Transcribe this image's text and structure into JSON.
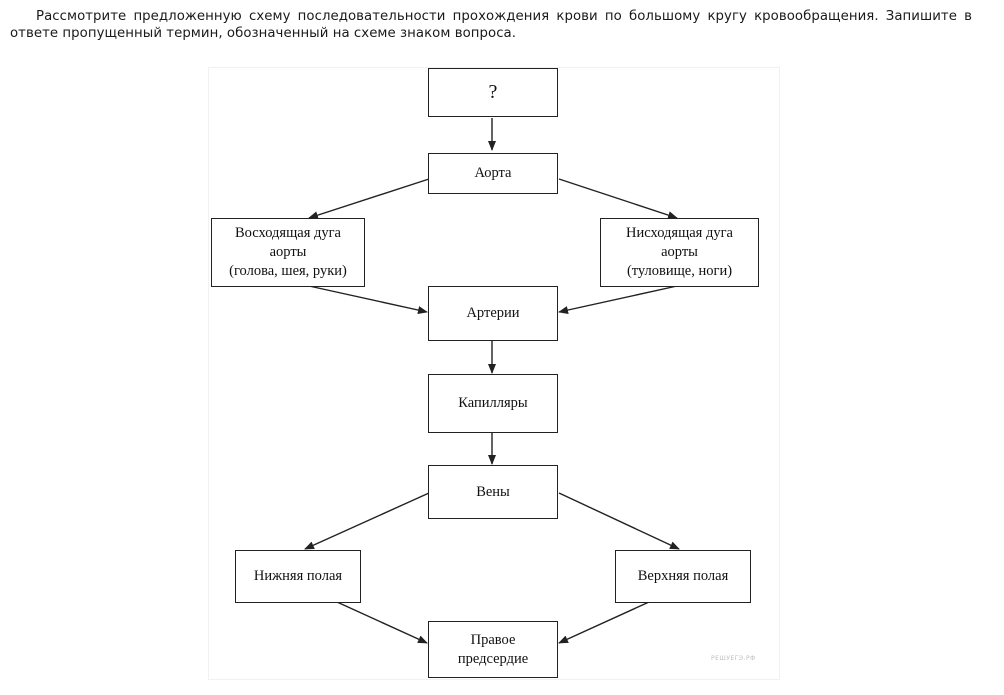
{
  "task": {
    "text": "Рассмотрите предложенную схему последовательности прохождения крови по большому кругу кровообращения. Запишите в ответе пропущенный термин, обозначенный на схеме знаком вопроса."
  },
  "diagram": {
    "nodes": {
      "unknown": "?",
      "aorta": "Аорта",
      "ascending_arch": "Восходящая дуга\nаорты\n(голова, шея, руки)",
      "descending_arch": "Нисходящая дуга\nаорты\n(туловище, ноги)",
      "arteries": "Артерии",
      "capillaries": "Капилляры",
      "veins": "Вены",
      "inferior_vena_cava": "Нижняя полая",
      "superior_vena_cava": "Верхняя полая",
      "right_atrium": "Правое\nпредсердие"
    },
    "edges": [
      [
        "unknown",
        "aorta"
      ],
      [
        "aorta",
        "ascending_arch"
      ],
      [
        "aorta",
        "descending_arch"
      ],
      [
        "ascending_arch",
        "arteries"
      ],
      [
        "descending_arch",
        "arteries"
      ],
      [
        "arteries",
        "capillaries"
      ],
      [
        "capillaries",
        "veins"
      ],
      [
        "veins",
        "inferior_vena_cava"
      ],
      [
        "veins",
        "superior_vena_cava"
      ],
      [
        "inferior_vena_cava",
        "right_atrium"
      ],
      [
        "superior_vena_cava",
        "right_atrium"
      ]
    ],
    "watermark": "РЕШУЕГЭ.РФ"
  }
}
